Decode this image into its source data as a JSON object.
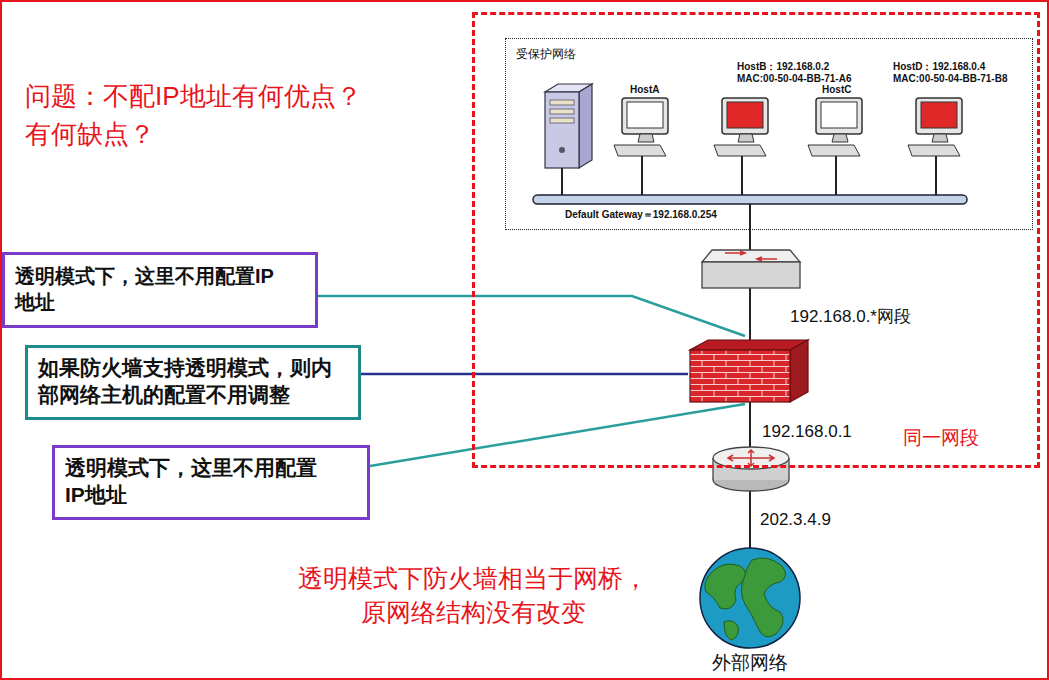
{
  "diagram": {
    "nodes": [
      {
        "text": [
          "同一网段"
        ]
      },
      {
        "text": [
          "受保护网络"
        ],
        "in": 0
      },
      {
        "text": [
          "透明模式下，这里不用配置IP 地址"
        ]
      },
      {
        "text": [
          "如果防火墙支持透明模式，则内 部网络主机的配置不用调整"
        ]
      },
      {
        "text": [
          "透明模式下，这里不用配置 IP地址"
        ]
      }
    ],
    "labels": [
      "问题：不配IP地址有何优点？ 有何缺点？",
      "HostA",
      "HostB：192.168.0.2",
      "MAC:00-50-04-BB-71-A6",
      "HostC",
      "HostD：192.168.0.4",
      "MAC:00-50-04-BB-71-B8",
      "Default Gateway＝192.168.0.254",
      "192.168.0.*网段",
      "192.168.0.1",
      "202.3.4.9",
      "透明模式下防火墙相当于网桥， 原网络结构没有改变",
      "外部网络"
    ]
  }
}
